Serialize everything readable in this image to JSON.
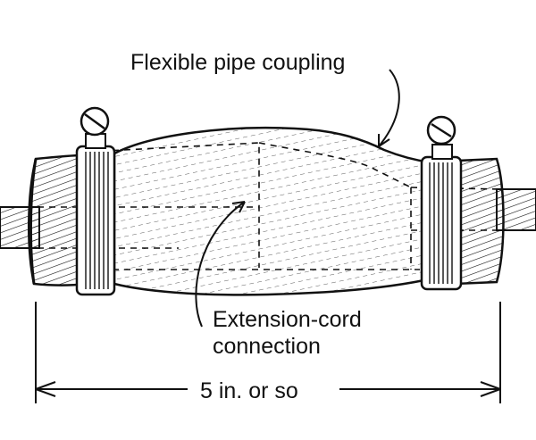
{
  "labels": {
    "coupling": "Flexible pipe coupling",
    "connection_line1": "Extension-cord",
    "connection_line2": "connection",
    "dimension": "5 in. or so"
  },
  "colors": {
    "ink": "#111111",
    "paper": "#ffffff"
  }
}
